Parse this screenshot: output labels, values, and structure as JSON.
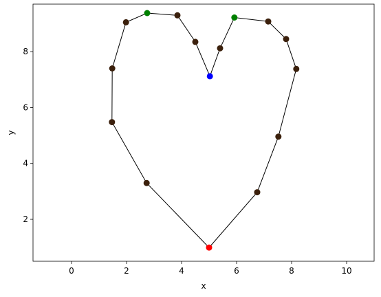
{
  "chart_data": {
    "type": "scatter",
    "title": "",
    "xlabel": "x",
    "ylabel": "y",
    "xlim": [
      -1.4,
      11.0
    ],
    "ylim": [
      0.5,
      9.7
    ],
    "xticks": [
      "0",
      "2",
      "4",
      "6",
      "8",
      "10"
    ],
    "xtick_values": [
      0,
      2,
      4,
      6,
      8,
      10
    ],
    "yticks": [
      "2",
      "4",
      "6",
      "8"
    ],
    "ytick_values": [
      2,
      4,
      6,
      8
    ],
    "grid": false,
    "line_color": "#000000",
    "path": [
      {
        "x": 5.03,
        "y": 7.12,
        "color": "#0000ff"
      },
      {
        "x": 4.5,
        "y": 8.35,
        "color": "#3b200c"
      },
      {
        "x": 3.85,
        "y": 9.3,
        "color": "#3b200c"
      },
      {
        "x": 2.75,
        "y": 9.38,
        "color": "#008000"
      },
      {
        "x": 1.98,
        "y": 9.05,
        "color": "#3b200c"
      },
      {
        "x": 1.48,
        "y": 7.4,
        "color": "#3b200c"
      },
      {
        "x": 1.47,
        "y": 5.48,
        "color": "#3b200c"
      },
      {
        "x": 2.73,
        "y": 3.3,
        "color": "#3b200c"
      },
      {
        "x": 5.0,
        "y": 0.99,
        "color": "#ff0000"
      },
      {
        "x": 6.75,
        "y": 2.97,
        "color": "#3b200c"
      },
      {
        "x": 7.52,
        "y": 4.96,
        "color": "#3b200c"
      },
      {
        "x": 8.17,
        "y": 7.38,
        "color": "#3b200c"
      },
      {
        "x": 7.8,
        "y": 8.45,
        "color": "#3b200c"
      },
      {
        "x": 7.15,
        "y": 9.08,
        "color": "#3b200c"
      },
      {
        "x": 5.92,
        "y": 9.22,
        "color": "#008000"
      },
      {
        "x": 5.4,
        "y": 8.12,
        "color": "#3b200c"
      },
      {
        "x": 5.03,
        "y": 7.12,
        "color": "#0000ff"
      }
    ]
  }
}
